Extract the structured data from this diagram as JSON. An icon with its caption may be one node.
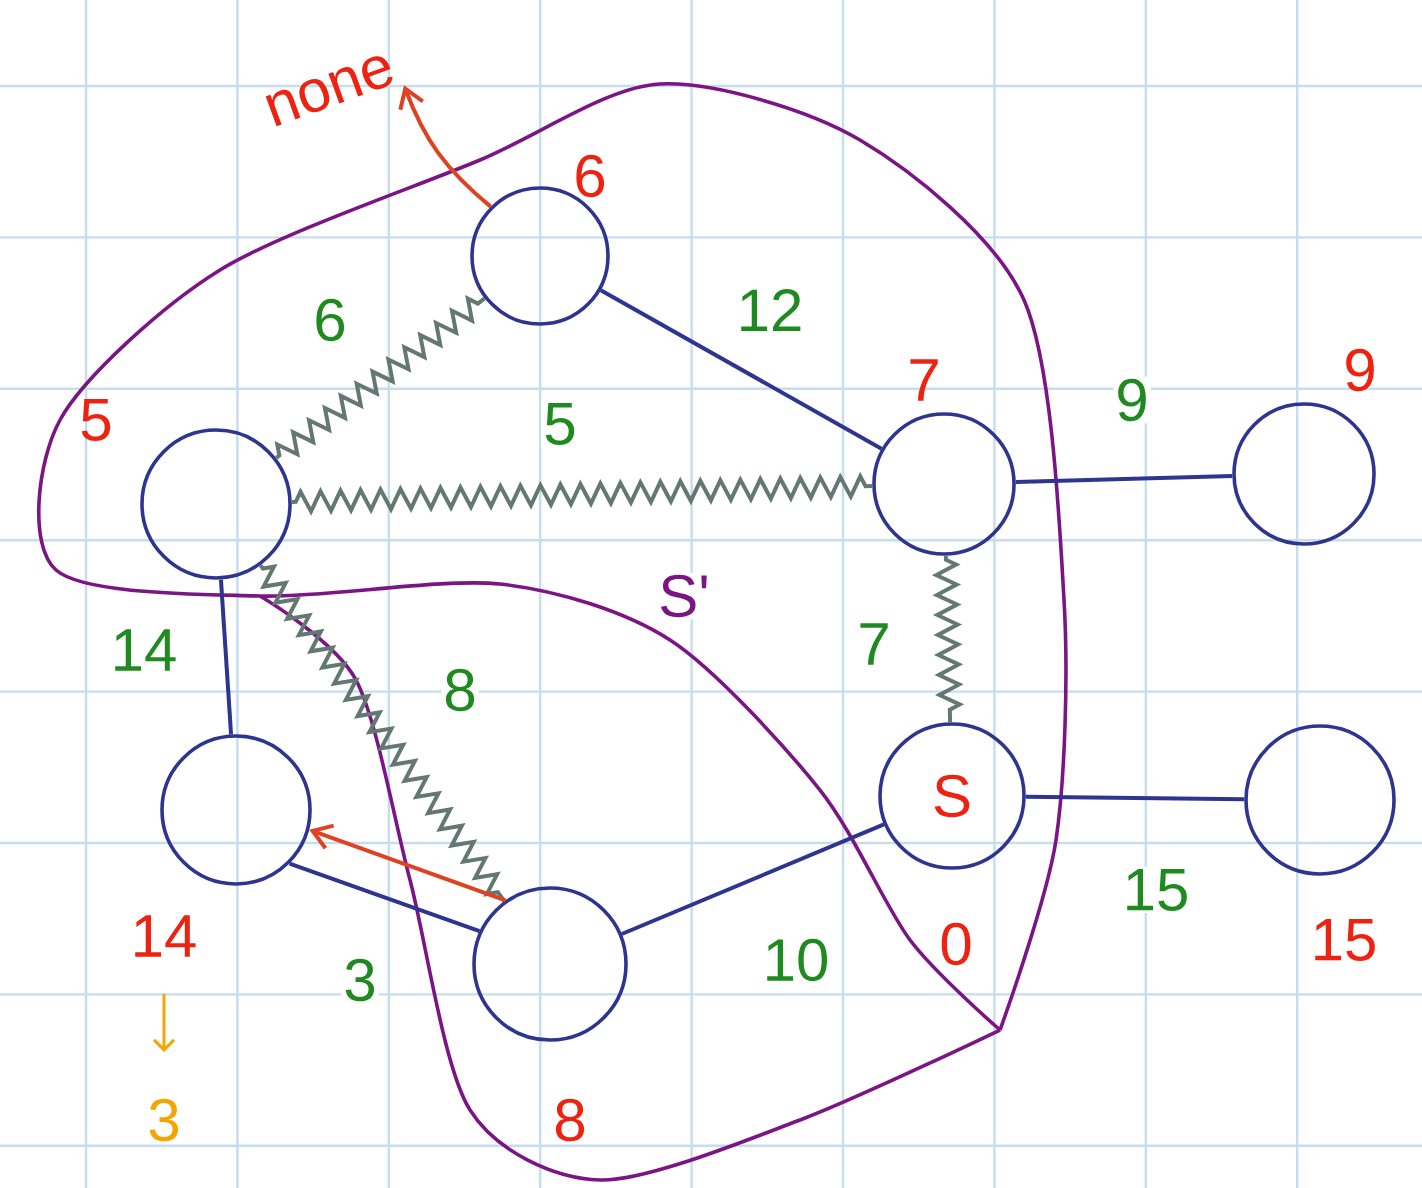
{
  "diagram": {
    "nodes": [
      {
        "text": [
          "none"
        ]
      },
      {
        "text": [],
        "shape": "circle",
        "beside": [
          "6"
        ]
      },
      {
        "text": [],
        "shape": "circle",
        "beside": [
          "5"
        ]
      },
      {
        "text": [],
        "shape": "circle",
        "beside": [
          "7"
        ]
      },
      {
        "text": [],
        "shape": "circle",
        "beside": [
          "9"
        ]
      },
      {
        "text": [
          "S"
        ],
        "beside": [
          "0"
        ]
      },
      {
        "text": [],
        "shape": "circle",
        "beside": [
          "15"
        ]
      },
      {
        "text": [],
        "shape": "circle",
        "beside": [
          "14",
          "3"
        ]
      },
      {
        "text": [],
        "shape": "circle",
        "beside": [
          "8"
        ]
      }
    ],
    "edges": [
      {
        "from": 1,
        "to": 0,
        "arrow": "to",
        "color": "#ee2211"
      },
      {
        "from": 2,
        "to": 1,
        "arrow": "none",
        "label": "6",
        "color": "#6a6a6a"
      },
      {
        "from": 1,
        "to": 3,
        "arrow": "none",
        "label": "12"
      },
      {
        "from": 2,
        "to": 3,
        "arrow": "none",
        "label": "5",
        "color": "#6a6a6a"
      },
      {
        "from": 3,
        "to": 4,
        "arrow": "none",
        "label": "9"
      },
      {
        "from": 2,
        "to": 7,
        "arrow": "none",
        "label": "14"
      },
      {
        "from": 2,
        "to": 8,
        "arrow": "none",
        "label": "8",
        "color": "#6a6a6a"
      },
      {
        "from": 3,
        "to": 5,
        "arrow": "none",
        "label": "7",
        "color": "#6a6a6a"
      },
      {
        "from": 5,
        "to": 6,
        "arrow": "none",
        "label": "15"
      },
      {
        "from": 8,
        "to": 5,
        "arrow": "none",
        "label": "10"
      },
      {
        "from": 7,
        "to": 8,
        "arrow": "none",
        "label": "3"
      },
      {
        "from": 8,
        "to": 7,
        "arrow": "to",
        "color": "#ee2211"
      }
    ],
    "labels": [
      "S'"
    ]
  }
}
